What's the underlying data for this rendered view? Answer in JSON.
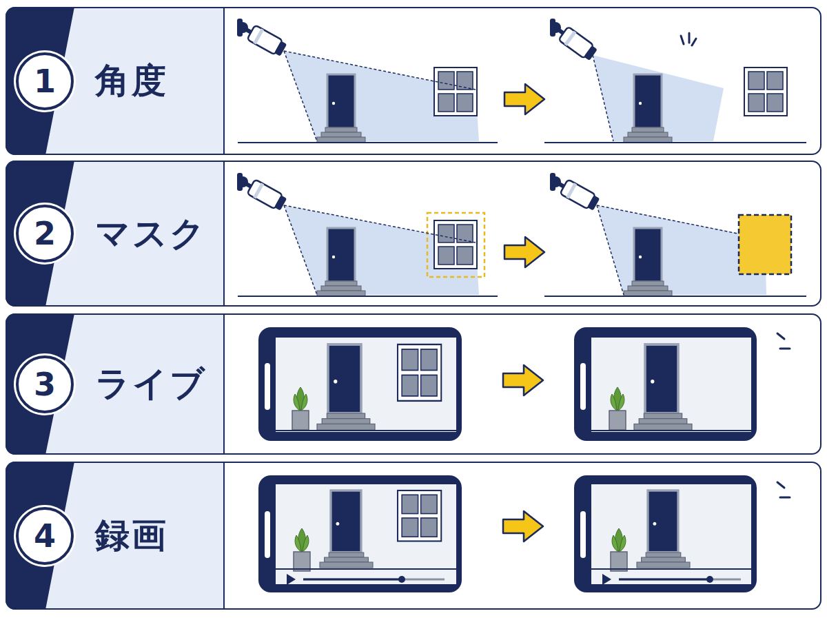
{
  "diagram": {
    "nodes": [
      {
        "text": [
          "角度"
        ]
      },
      {
        "text": [
          "1"
        ],
        "in": 0
      },
      {
        "text": [
          "マスク"
        ]
      },
      {
        "text": [
          "2"
        ],
        "in": 2
      },
      {
        "text": [
          "ライブ"
        ]
      },
      {
        "text": [
          "3"
        ],
        "in": 4
      },
      {
        "text": [
          "録画"
        ]
      },
      {
        "text": [
          "4"
        ],
        "in": 6
      }
    ]
  }
}
